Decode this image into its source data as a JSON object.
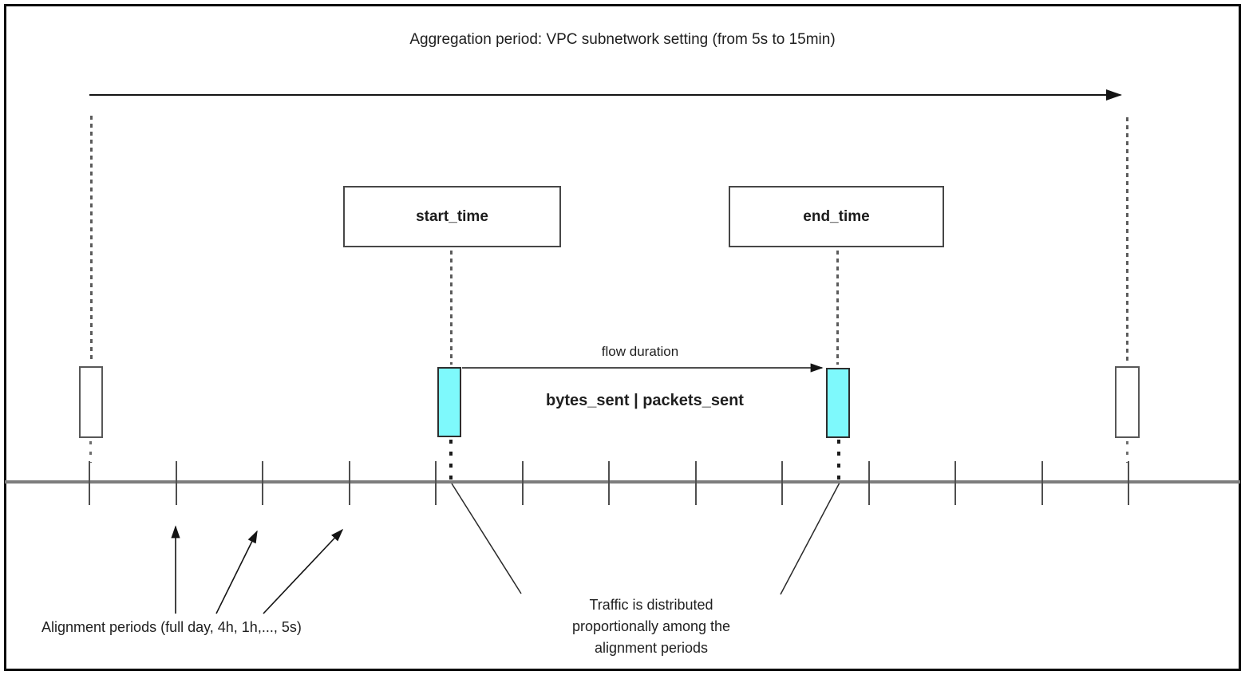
{
  "title": "Aggregation period: VPC subnetwork setting (from 5s to 15min)",
  "flow": {
    "start_box_label": "start_time",
    "end_box_label": "end_time",
    "duration_label": "flow duration",
    "metrics_label": "bytes_sent | packets_sent"
  },
  "annotations": {
    "alignment_periods_label": "Alignment periods (full day, 4h, 1h,..., 5s)",
    "traffic_note_lines": [
      "Traffic is distributed",
      "proportionally among the",
      "alignment periods"
    ]
  },
  "timeline": {
    "tick_positions_x": [
      112,
      221,
      329,
      438,
      546,
      655,
      763,
      872,
      980,
      1089,
      1197,
      1306,
      1414
    ]
  },
  "colors": {
    "flow_marker_fill": "#7ef9fc",
    "timeline_line": "#7d7d7d"
  }
}
